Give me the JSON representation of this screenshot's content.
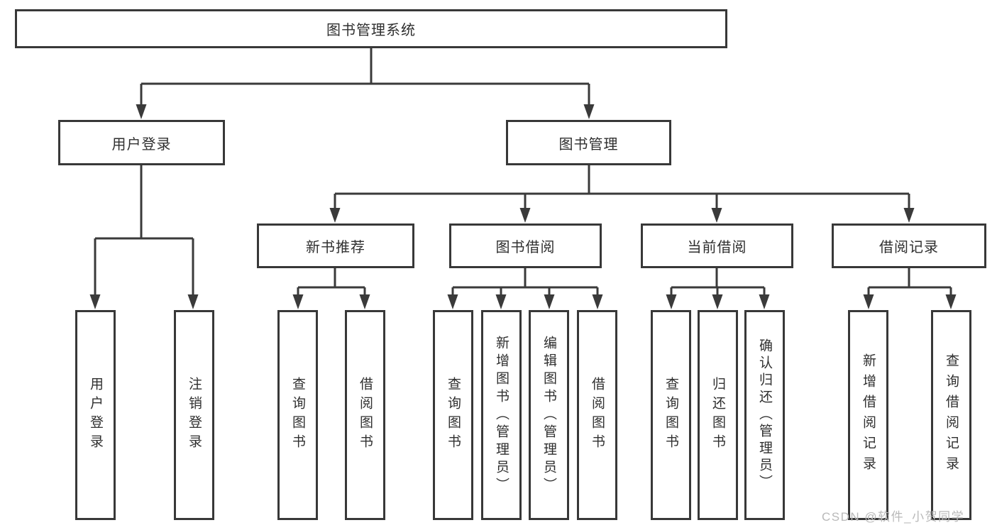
{
  "diagram": {
    "root": {
      "label": "图书管理系统"
    },
    "level1": [
      {
        "label": "用户登录"
      },
      {
        "label": "图书管理"
      }
    ],
    "level2": [
      {
        "label": "新书推荐"
      },
      {
        "label": "图书借阅"
      },
      {
        "label": "当前借阅"
      },
      {
        "label": "借阅记录"
      }
    ],
    "leaves": [
      {
        "label": "用户登录"
      },
      {
        "label": "注销登录"
      },
      {
        "label": "查询图书"
      },
      {
        "label": "借阅图书"
      },
      {
        "label": "查询图书"
      },
      {
        "label": "新增图书（管理员）"
      },
      {
        "label": "编辑图书（管理员）"
      },
      {
        "label": "借阅图书"
      },
      {
        "label": "查询图书"
      },
      {
        "label": "归还图书"
      },
      {
        "label": "确认归还（管理员）"
      },
      {
        "label": "新增借阅记录"
      },
      {
        "label": "查询借阅记录"
      }
    ],
    "colors": {
      "line": "#3a3a3a",
      "border": "#383838",
      "text": "#2f2f2f",
      "node_fill": "#ffffff",
      "background": "#ffffff"
    }
  },
  "watermark": {
    "text": "CSDN @软件_小贺同学",
    "color": "#b9b9b9"
  }
}
